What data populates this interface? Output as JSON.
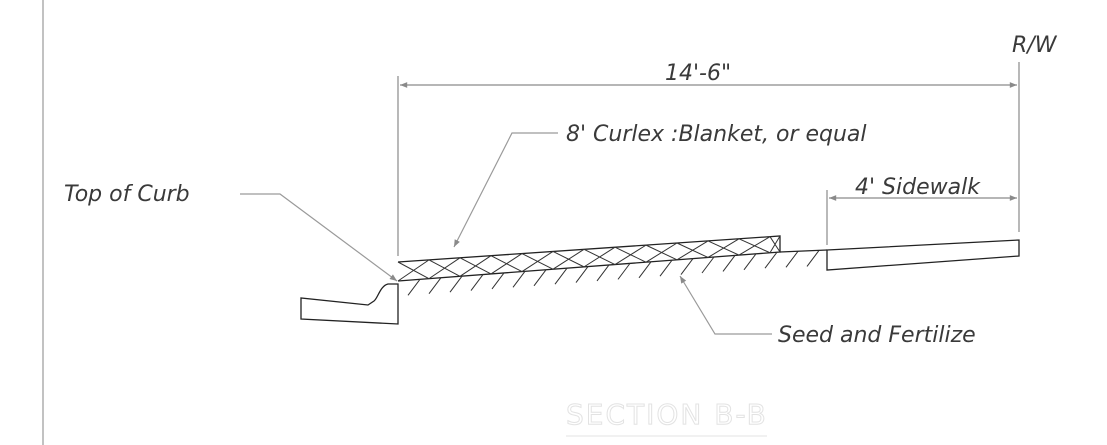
{
  "labels": {
    "right_of_way": "R/W",
    "width_dimension": "14'-6\"",
    "blanket_note": "8' Curlex :Blanket, or equal",
    "sidewalk_dimension": "4' Sidewalk",
    "top_of_curb": "Top of Curb",
    "seed_note": "Seed and Fertilize",
    "section_title": "SECTION B-B"
  }
}
